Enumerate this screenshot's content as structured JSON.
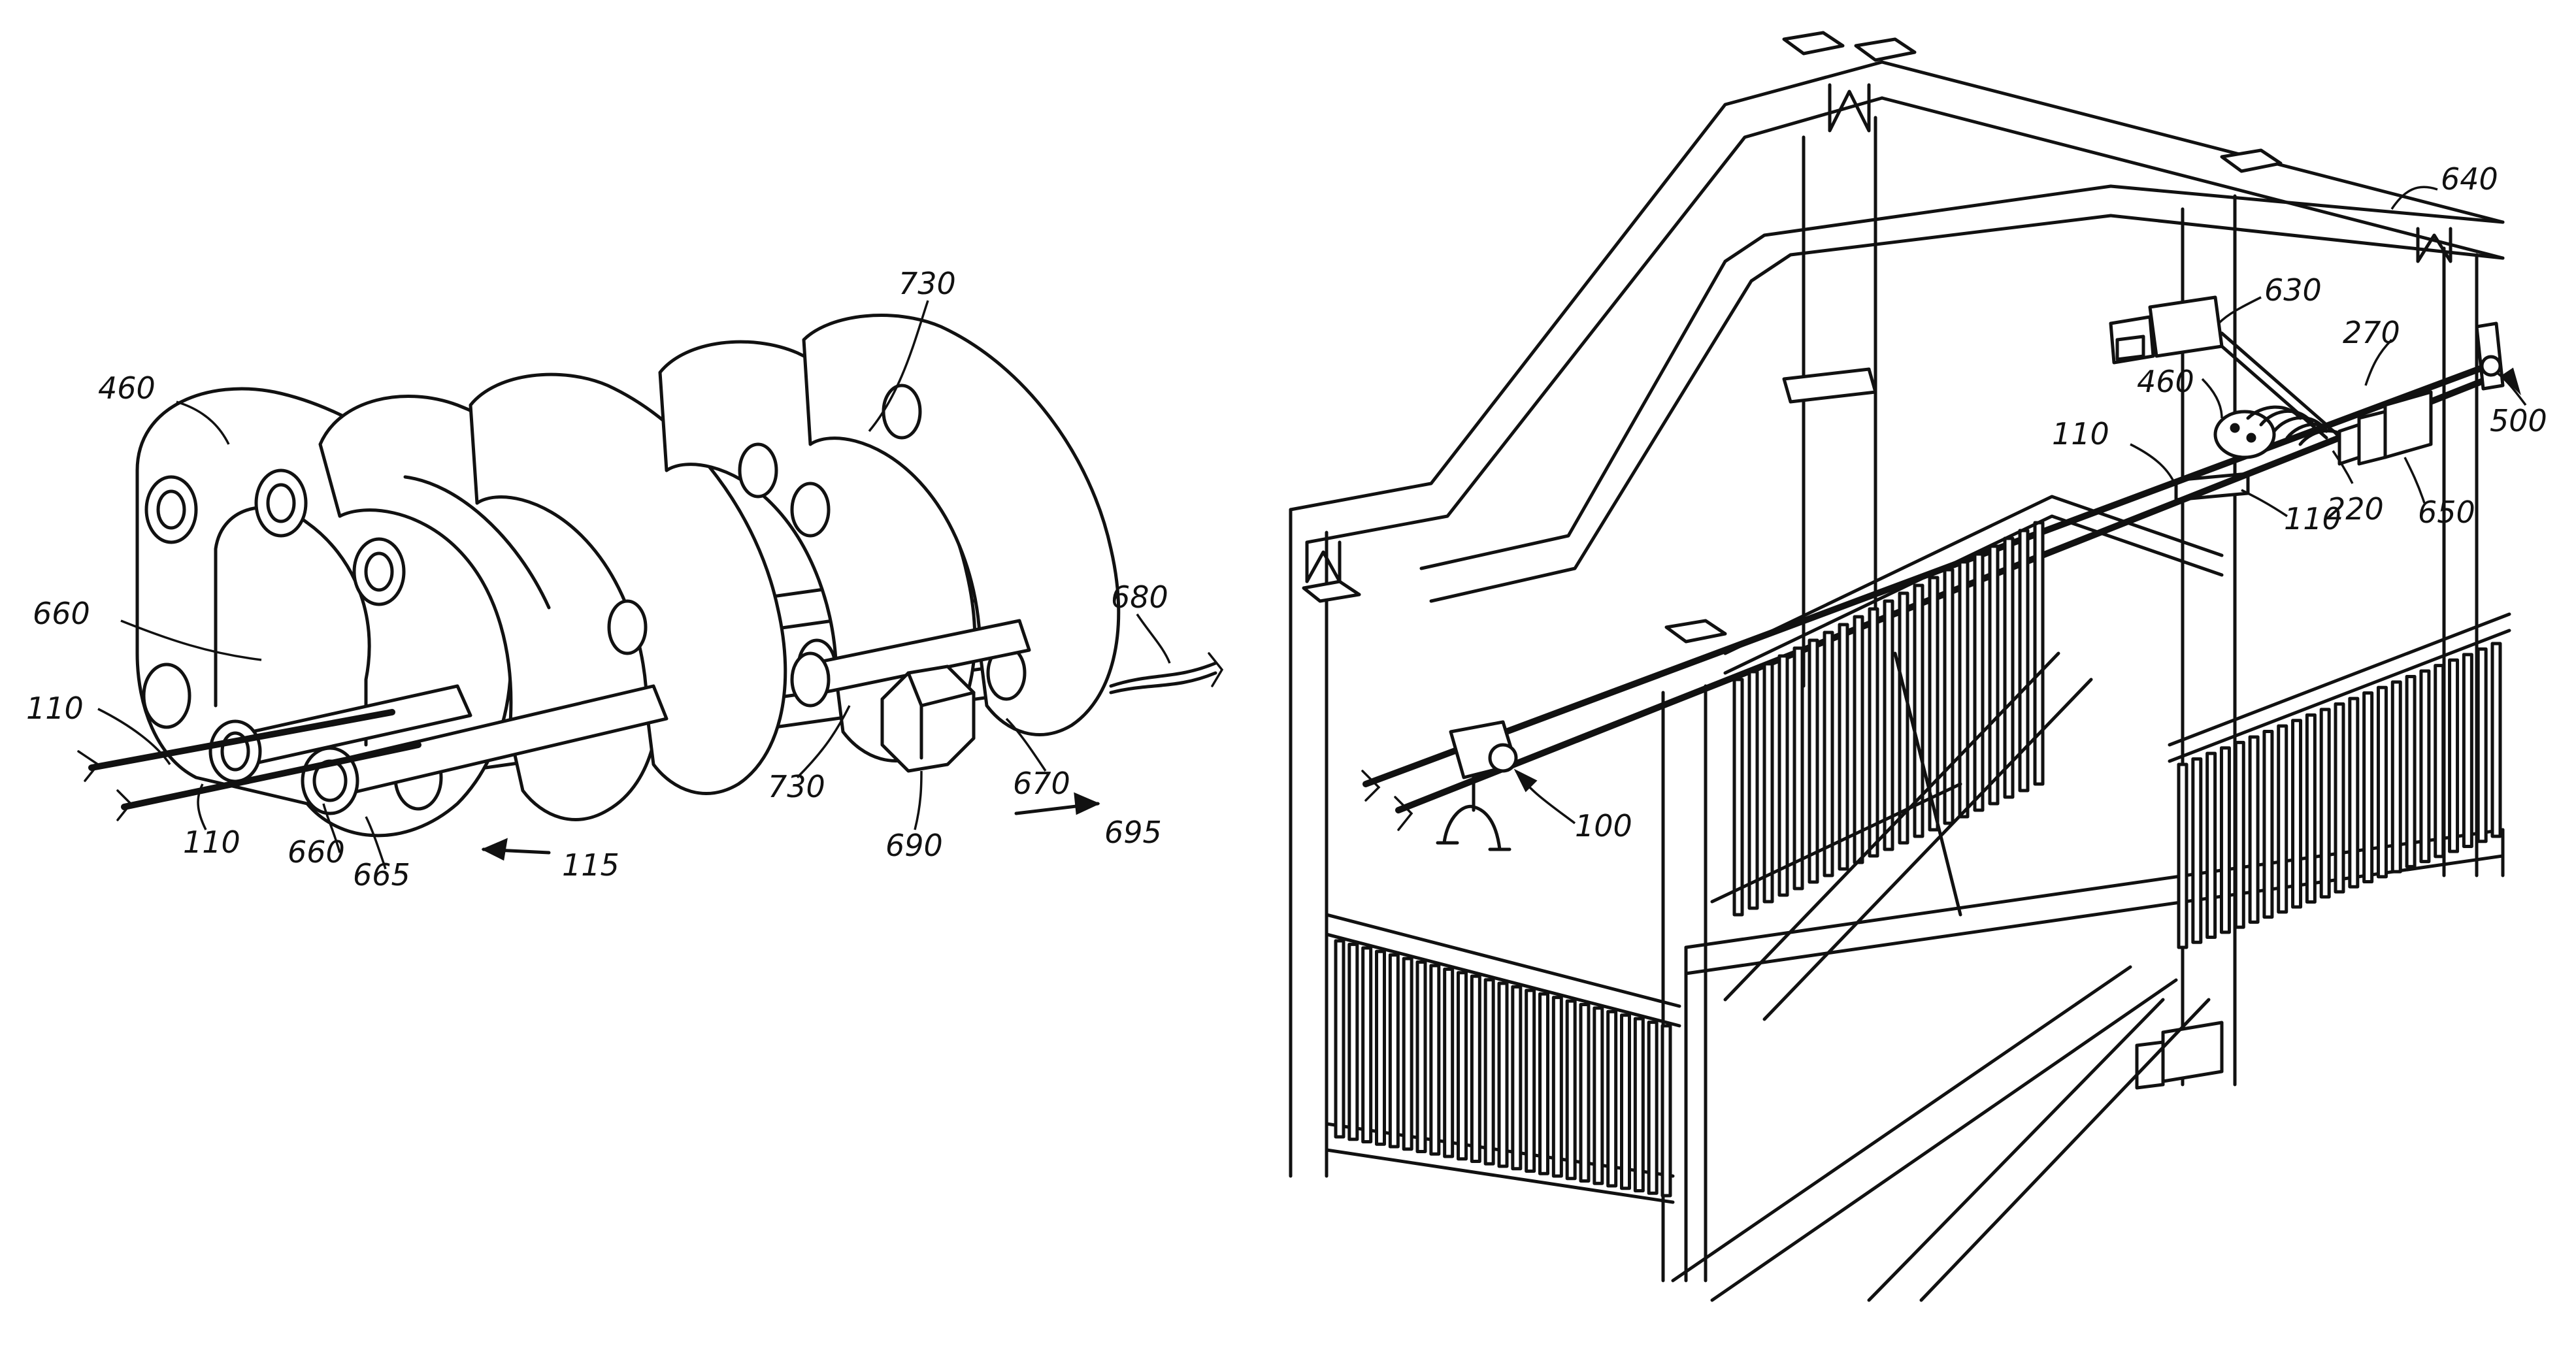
{
  "figure_left": {
    "labels": {
      "l460": "460",
      "l730a": "730",
      "l660a": "660",
      "l110a": "110",
      "l110b": "110",
      "l660b": "660",
      "l665": "665",
      "l115": "115",
      "l730b": "730",
      "l690": "690",
      "l670": "670",
      "l680": "680",
      "l695": "695"
    }
  },
  "figure_right": {
    "labels": {
      "l640": "640",
      "l630": "630",
      "l270": "270",
      "l460": "460",
      "l110a": "110",
      "l110b": "110",
      "l220": "220",
      "l650": "650",
      "l500": "500",
      "l100": "100"
    }
  }
}
